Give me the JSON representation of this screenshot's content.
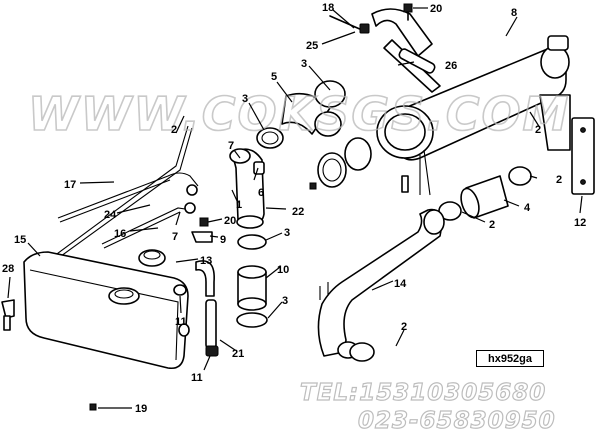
{
  "diagram": {
    "id_label": "hx952ga",
    "watermark": "WWW.COKSGS.COM",
    "contact_tel": "TEL:15310305680",
    "contact_phone": "023-65830950",
    "callouts": [
      {
        "id": "c18",
        "label": "18"
      },
      {
        "id": "c20a",
        "label": "20"
      },
      {
        "id": "c8",
        "label": "8"
      },
      {
        "id": "c25",
        "label": "25"
      },
      {
        "id": "c26",
        "label": "26"
      },
      {
        "id": "c3a",
        "label": "3"
      },
      {
        "id": "c5",
        "label": "5"
      },
      {
        "id": "c3b",
        "label": "3"
      },
      {
        "id": "c2a",
        "label": "2"
      },
      {
        "id": "c2b",
        "label": "2"
      },
      {
        "id": "c7a",
        "label": "7"
      },
      {
        "id": "c6",
        "label": "6"
      },
      {
        "id": "c1",
        "label": "1"
      },
      {
        "id": "c17",
        "label": "17"
      },
      {
        "id": "c24",
        "label": "24"
      },
      {
        "id": "c7b",
        "label": "7"
      },
      {
        "id": "c20b",
        "label": "20"
      },
      {
        "id": "c22",
        "label": "22"
      },
      {
        "id": "c16",
        "label": "16"
      },
      {
        "id": "c9",
        "label": "9"
      },
      {
        "id": "c3c",
        "label": "3"
      },
      {
        "id": "c2c",
        "label": "2"
      },
      {
        "id": "c4",
        "label": "4"
      },
      {
        "id": "c12",
        "label": "12"
      },
      {
        "id": "c2d",
        "label": "2"
      },
      {
        "id": "c15",
        "label": "15"
      },
      {
        "id": "c13",
        "label": "13"
      },
      {
        "id": "c10",
        "label": "10"
      },
      {
        "id": "c28",
        "label": "28"
      },
      {
        "id": "c14",
        "label": "14"
      },
      {
        "id": "c11a",
        "label": "11"
      },
      {
        "id": "c3d",
        "label": "3"
      },
      {
        "id": "c21",
        "label": "21"
      },
      {
        "id": "c2e",
        "label": "2"
      },
      {
        "id": "c11b",
        "label": "11"
      },
      {
        "id": "c19",
        "label": "19"
      }
    ]
  }
}
